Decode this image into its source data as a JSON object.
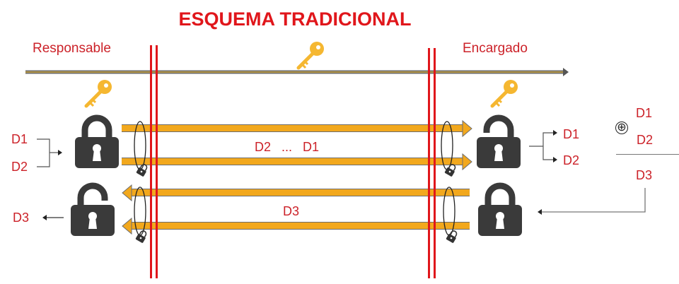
{
  "title": "ESQUEMA TRADICIONAL",
  "roles": {
    "left": "Responsable",
    "right": "Encargado"
  },
  "channel": {
    "upper_label": "D2   ...   D1",
    "lower_label": "D3"
  },
  "left_side": {
    "inputs": [
      "D1",
      "D2"
    ],
    "output": "D3",
    "top_lock": "locked",
    "bottom_lock": "unlocked"
  },
  "right_side": {
    "outputs": [
      "D1",
      "D2"
    ],
    "top_lock": "unlocked",
    "bottom_lock": "locked"
  },
  "computation": {
    "operator": "⊕",
    "operands": [
      "D1",
      "D2"
    ],
    "result": "D3"
  },
  "colors": {
    "title": "#e0161b",
    "labels": "#cc2229",
    "barrier": "#e0161b",
    "bar_fill": "#f2a81d",
    "bar_border": "#6d6d6d",
    "lock": "#3a3a3a",
    "key": "#f5b731"
  },
  "icons": [
    "key-icon",
    "padlock-closed-icon",
    "padlock-open-icon",
    "small-padlock-icon",
    "xor-icon"
  ]
}
